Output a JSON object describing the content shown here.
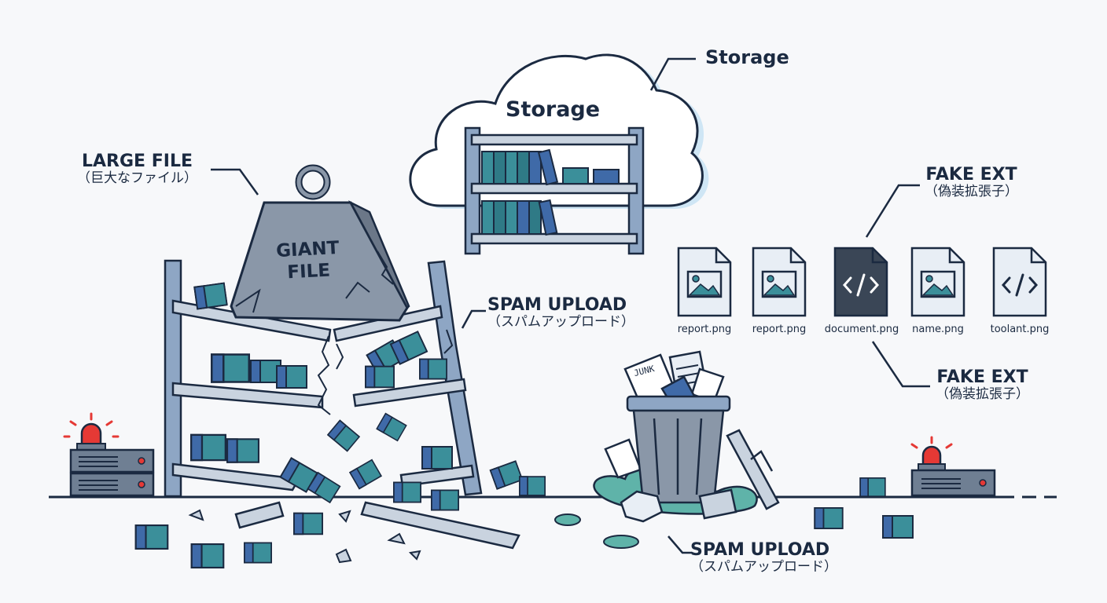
{
  "cloud": {
    "title": "Storage"
  },
  "labels": {
    "storage": "Storage",
    "large_file": {
      "main": "LARGE FILE",
      "sub": "（巨大なファイル）"
    },
    "spam_upload_top": {
      "main": "SPAM UPLOAD",
      "sub": "（スパムアップロード）"
    },
    "spam_upload_bottom": {
      "main": "SPAM UPLOAD",
      "sub": "（スパムアップロード）"
    },
    "fake_ext_top": {
      "main": "FAKE EXT",
      "sub": "（偽装拡張子）"
    },
    "fake_ext_bottom": {
      "main": "FAKE EXT",
      "sub": "（偽装拡張子）"
    }
  },
  "weight": {
    "line1": "GIANT",
    "line2": "FILE"
  },
  "trash": {
    "junk_label": "JUNK"
  },
  "files": [
    {
      "name": "report.png",
      "icon": "image-file-icon",
      "dark": false
    },
    {
      "name": "report.png",
      "icon": "image-file-icon",
      "dark": false
    },
    {
      "name": "document.png",
      "icon": "code-file-icon",
      "dark": true
    },
    {
      "name": "name.png",
      "icon": "image-file-icon",
      "dark": false
    },
    {
      "name": "toolant.png",
      "icon": "code-file-icon",
      "dark": false
    }
  ],
  "colors": {
    "outline": "#1b2a41",
    "teal": "#3b8f9a",
    "blue": "#3f6aa8",
    "steel": "#6f7f93",
    "shelf": "#c9d3df",
    "alarm": "#e53935",
    "cloud_shadow": "#cfe6f5"
  }
}
